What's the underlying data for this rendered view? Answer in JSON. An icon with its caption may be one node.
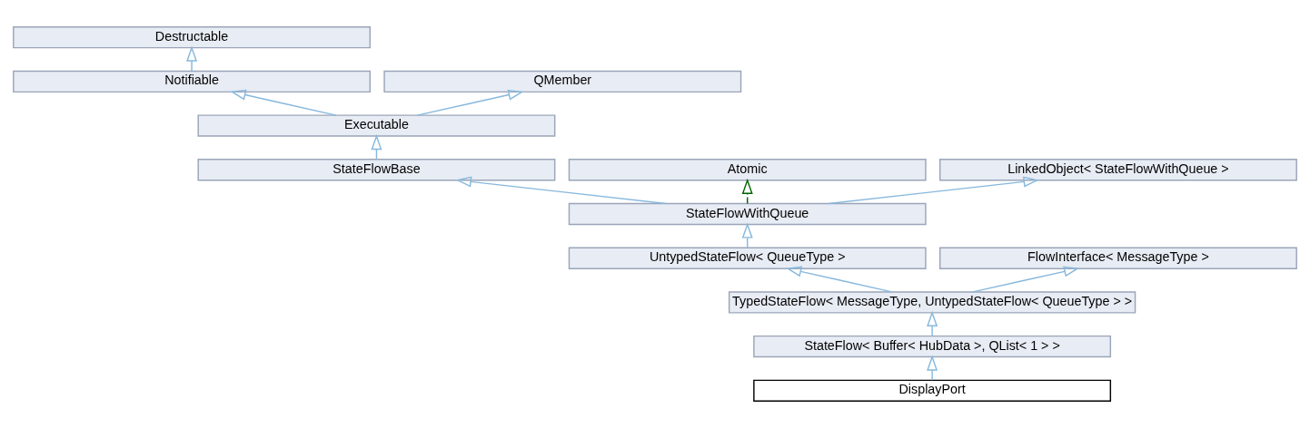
{
  "diagram": {
    "nodes": [
      {
        "text": [
          "Destructable"
        ]
      },
      {
        "text": [
          "Notifiable"
        ]
      },
      {
        "text": [
          "QMember"
        ]
      },
      {
        "text": [
          "Executable"
        ]
      },
      {
        "text": [
          "StateFlowBase"
        ]
      },
      {
        "text": [
          "Atomic"
        ]
      },
      {
        "text": [
          "LinkedObject< StateFlowWithQueue >"
        ]
      },
      {
        "text": [
          "StateFlowWithQueue"
        ]
      },
      {
        "text": [
          "UntypedStateFlow< QueueType >"
        ]
      },
      {
        "text": [
          "FlowInterface< MessageType >"
        ]
      },
      {
        "text": [
          "TypedStateFlow< MessageType, UntypedStateFlow< QueueType > >"
        ]
      },
      {
        "text": [
          "StateFlow< Buffer< HubData >, QList< 1 > >"
        ]
      },
      {
        "text": [
          "DisplayPort"
        ]
      }
    ],
    "edges": [
      {
        "from": 1,
        "to": 0,
        "arrow": "to"
      },
      {
        "from": 3,
        "to": 1,
        "arrow": "to"
      },
      {
        "from": 3,
        "to": 2,
        "arrow": "to"
      },
      {
        "from": 4,
        "to": 3,
        "arrow": "to"
      },
      {
        "from": 7,
        "to": 4,
        "arrow": "to"
      },
      {
        "from": 7,
        "to": 5,
        "arrow": "to",
        "style": "dashed",
        "color": "#006400"
      },
      {
        "from": 7,
        "to": 6,
        "arrow": "to"
      },
      {
        "from": 8,
        "to": 7,
        "arrow": "to"
      },
      {
        "from": 10,
        "to": 8,
        "arrow": "to"
      },
      {
        "from": 10,
        "to": 9,
        "arrow": "to"
      },
      {
        "from": 11,
        "to": 10,
        "arrow": "to"
      },
      {
        "from": 12,
        "to": 11,
        "arrow": "to"
      }
    ]
  }
}
